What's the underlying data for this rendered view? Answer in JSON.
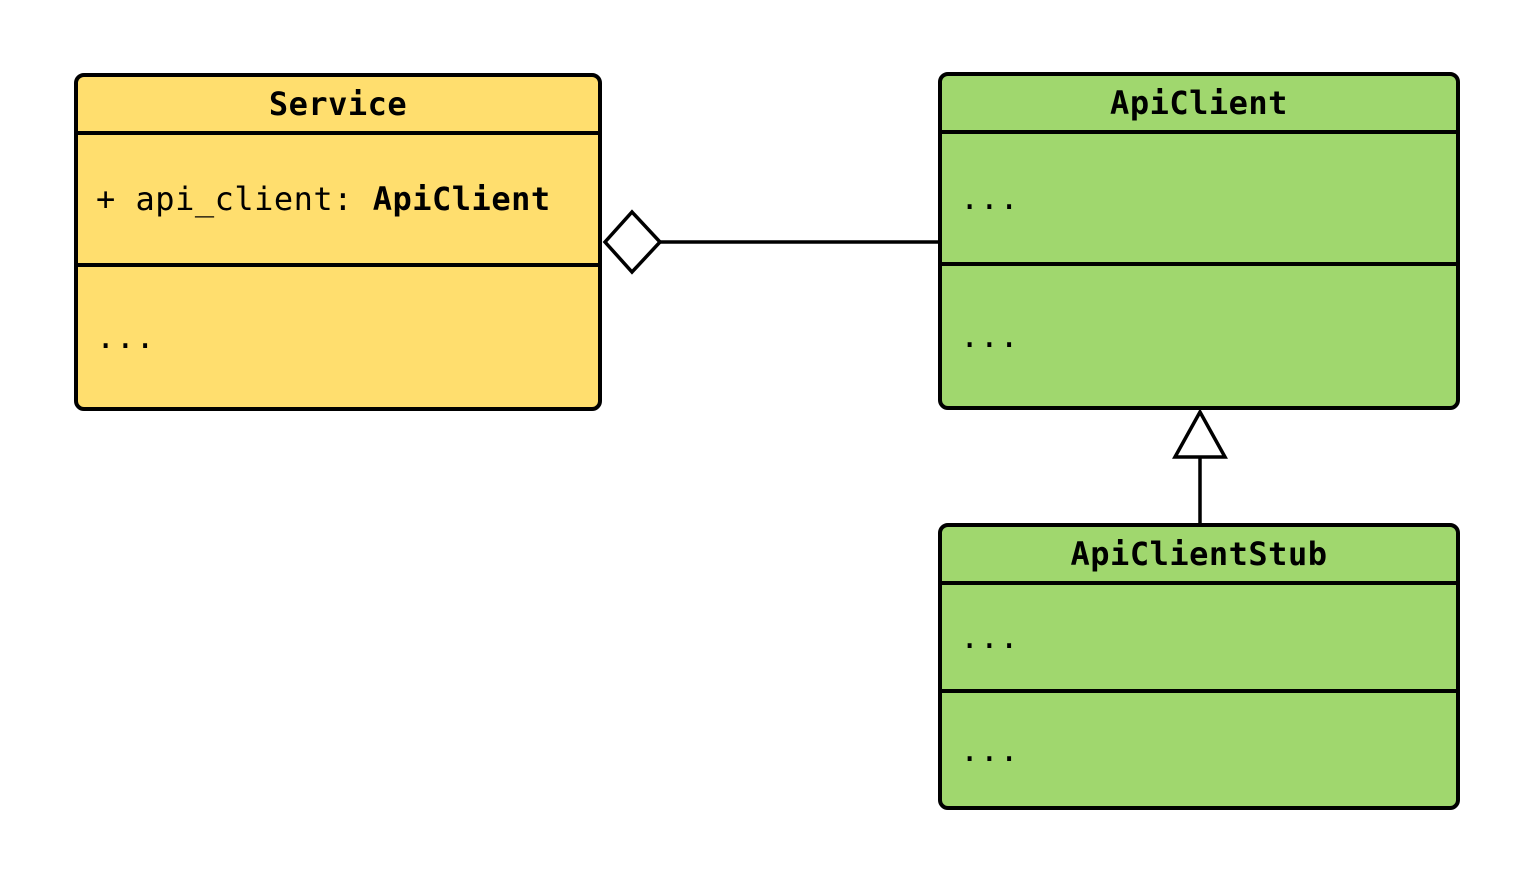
{
  "diagram_type": "UML class diagram",
  "colors": {
    "canvas_bg": "#ffffff",
    "service_fill": "#FFDE6E",
    "client_fill": "#A0D76E",
    "line_color": "#000000",
    "marker_fill": "#ffffff"
  },
  "classes": {
    "service": {
      "title": "Service",
      "attribute_prefix": "+ api_client: ",
      "attribute_type": "ApiClient",
      "methods": "..."
    },
    "apiclient": {
      "title": "ApiClient",
      "attributes": "...",
      "methods": "..."
    },
    "apiclientstub": {
      "title": "ApiClientStub",
      "attributes": "...",
      "methods": "..."
    }
  },
  "relationships": {
    "aggregation": {
      "type": "aggregation",
      "from": "Service",
      "to": "ApiClient",
      "marker": "hollow-diamond"
    },
    "inheritance": {
      "type": "inheritance",
      "from": "ApiClientStub",
      "to": "ApiClient",
      "marker": "hollow-triangle"
    }
  }
}
